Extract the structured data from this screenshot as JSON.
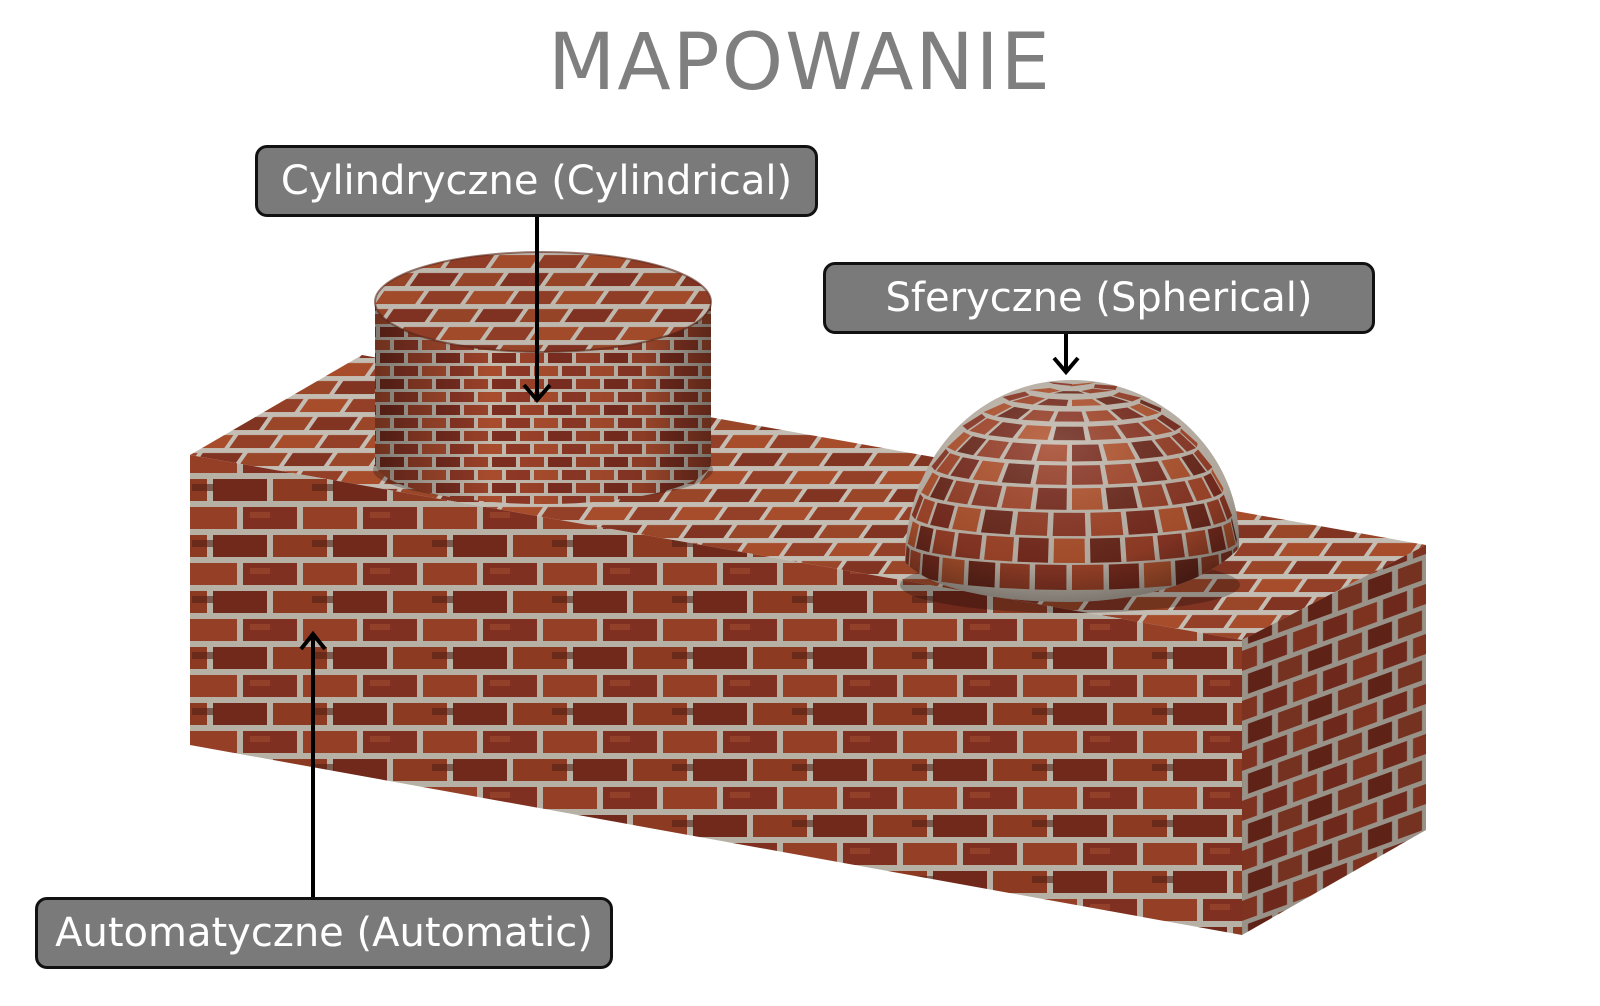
{
  "title": "MAPOWANIE",
  "labels": {
    "cylindrical": "Cylindryczne (Cylindrical)",
    "spherical": "Sferyczne (Spherical)",
    "automatic": "Automatyczne (Automatic)"
  },
  "colors": {
    "title": "#7f7f7f",
    "callout_bg": "#7a7a7a",
    "callout_text": "#ffffff",
    "brick": "#8e3a26",
    "mortar": "#c9c2b8"
  }
}
